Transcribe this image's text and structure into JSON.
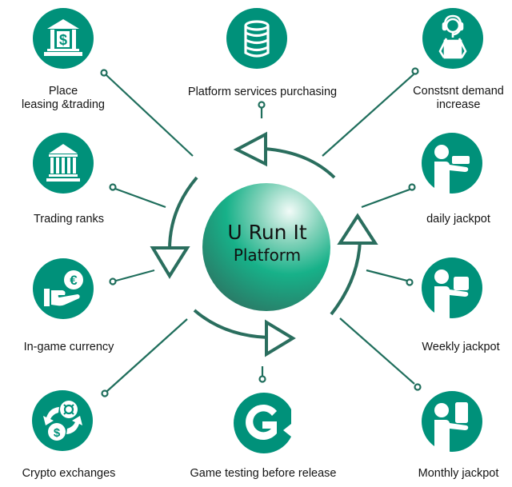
{
  "center": {
    "title": "U Run It",
    "subtitle": "Platform"
  },
  "colors": {
    "badge": "#00917a",
    "connector": "#1f6e5c",
    "arrow": "#2a6e5e",
    "sphere_light": "#e8f6f1",
    "sphere_mid": "#14b38a",
    "sphere_dark": "#2f7a66"
  },
  "nodes": [
    {
      "id": "place-leasing",
      "label_lines": [
        "Place",
        "leasing &trading"
      ],
      "icon": "bank-dollar-icon"
    },
    {
      "id": "platform-services",
      "label_lines": [
        "Platform services purchasing"
      ],
      "icon": "database-icon"
    },
    {
      "id": "constant-demand",
      "label_lines": [
        "Constsnt demand",
        "increase"
      ],
      "icon": "headset-operator-icon"
    },
    {
      "id": "trading-ranks",
      "label_lines": [
        "Trading ranks"
      ],
      "icon": "bank-columns-icon"
    },
    {
      "id": "daily-jackpot",
      "label_lines": [
        "daily jackpot"
      ],
      "icon": "person-giving-flat-box-icon"
    },
    {
      "id": "in-game-currency",
      "label_lines": [
        "In-game currency"
      ],
      "icon": "hand-euro-coin-icon"
    },
    {
      "id": "weekly-jackpot",
      "label_lines": [
        "Weekly jackpot"
      ],
      "icon": "person-giving-box-icon"
    },
    {
      "id": "crypto-exchanges",
      "label_lines": [
        "Crypto exchanges"
      ],
      "icon": "currency-exchange-icon"
    },
    {
      "id": "game-testing",
      "label_lines": [
        "Game testing before release"
      ],
      "icon": "g-letter-icon"
    },
    {
      "id": "monthly-jackpot",
      "label_lines": [
        "Monthly jackpot"
      ],
      "icon": "person-giving-tall-box-icon"
    }
  ]
}
